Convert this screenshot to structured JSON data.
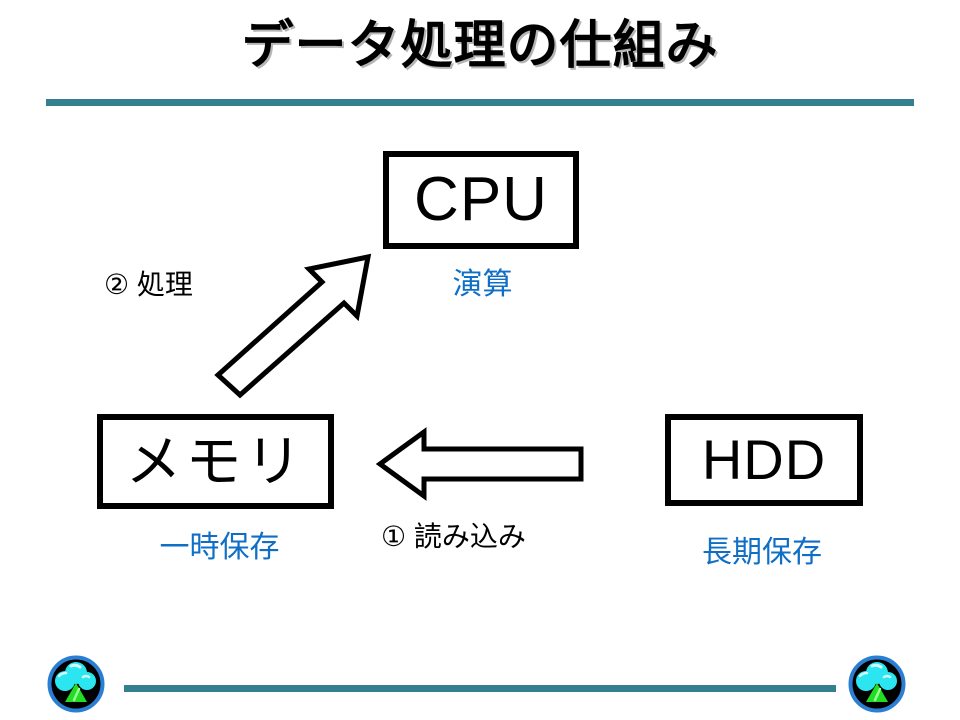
{
  "slide": {
    "title": "データ処理の仕組み",
    "accent_color": "#35808F",
    "caption_color": "#0F6FC6",
    "box_border_color": "#000000",
    "background_color": "#FFFFFF"
  },
  "nodes": [
    {
      "id": "cpu",
      "label": "CPU",
      "caption": "演算"
    },
    {
      "id": "memory",
      "label": "メモリ",
      "caption": "一時保存"
    },
    {
      "id": "hdd",
      "label": "HDD",
      "caption": "長期保存"
    }
  ],
  "flows": [
    {
      "id": "step1",
      "label": "① 読み込み",
      "from": "hdd",
      "to": "memory",
      "direction": "left"
    },
    {
      "id": "step2",
      "label": "② 処理",
      "from": "memory",
      "to": "cpu",
      "direction": "up-right"
    }
  ],
  "logos": {
    "name": "tree-logo",
    "ring_color": "#2A7FD4",
    "disc_color": "#000000",
    "foliage_color": "#2BE6F0",
    "trunk_color": "#22DD22"
  }
}
